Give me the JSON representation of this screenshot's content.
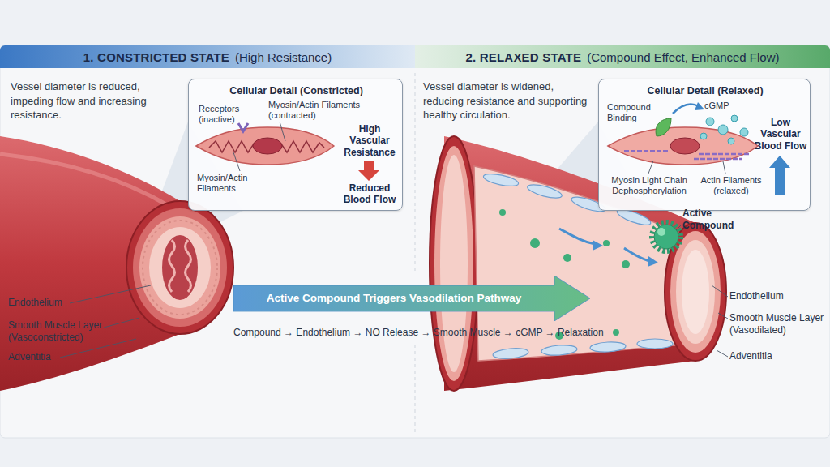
{
  "diagram": {
    "nodes": [
      {
        "text": [
          "1. CONSTRICTED STATE",
          "(High Resistance)"
        ]
      },
      {
        "text": [
          "2. RELAXED STATE",
          "(Compound Effect, Enhanced Flow)"
        ]
      },
      {
        "text": [
          "Cellular Detail (Constricted)",
          "Receptors (inactive)",
          "Myosin/Actin Filaments (contracted)",
          "Myosin/Actin Filaments",
          "High Vascular Resistance",
          "Reduced Blood Flow"
        ]
      },
      {
        "text": [
          "Cellular Detail (Relaxed)",
          "Compound Binding",
          "cGMP",
          "Myosin Light Chain Dephosphorylation",
          "Actin Filaments (relaxed)",
          "Low Vascular Blood Flow"
        ]
      },
      {
        "text": [
          "Active Compound Triggers Vasodilation Pathway"
        ]
      }
    ],
    "labels": [
      "Vessel diameter is reduced, impeding flow and increasing resistance.",
      "Vessel diameter is widened, reducing resistance and supporting healthy circulation.",
      "Active Compound",
      "Endothelium",
      "Smooth Muscle Layer (Vasoconstricted)",
      "Adventitia",
      "Compound → Endothelium → NO Release → Smooth Muscle → cGMP → Relaxation",
      "Endothelium",
      "Smooth Muscle Layer (Vasodilated)",
      "Adventitia"
    ]
  }
}
